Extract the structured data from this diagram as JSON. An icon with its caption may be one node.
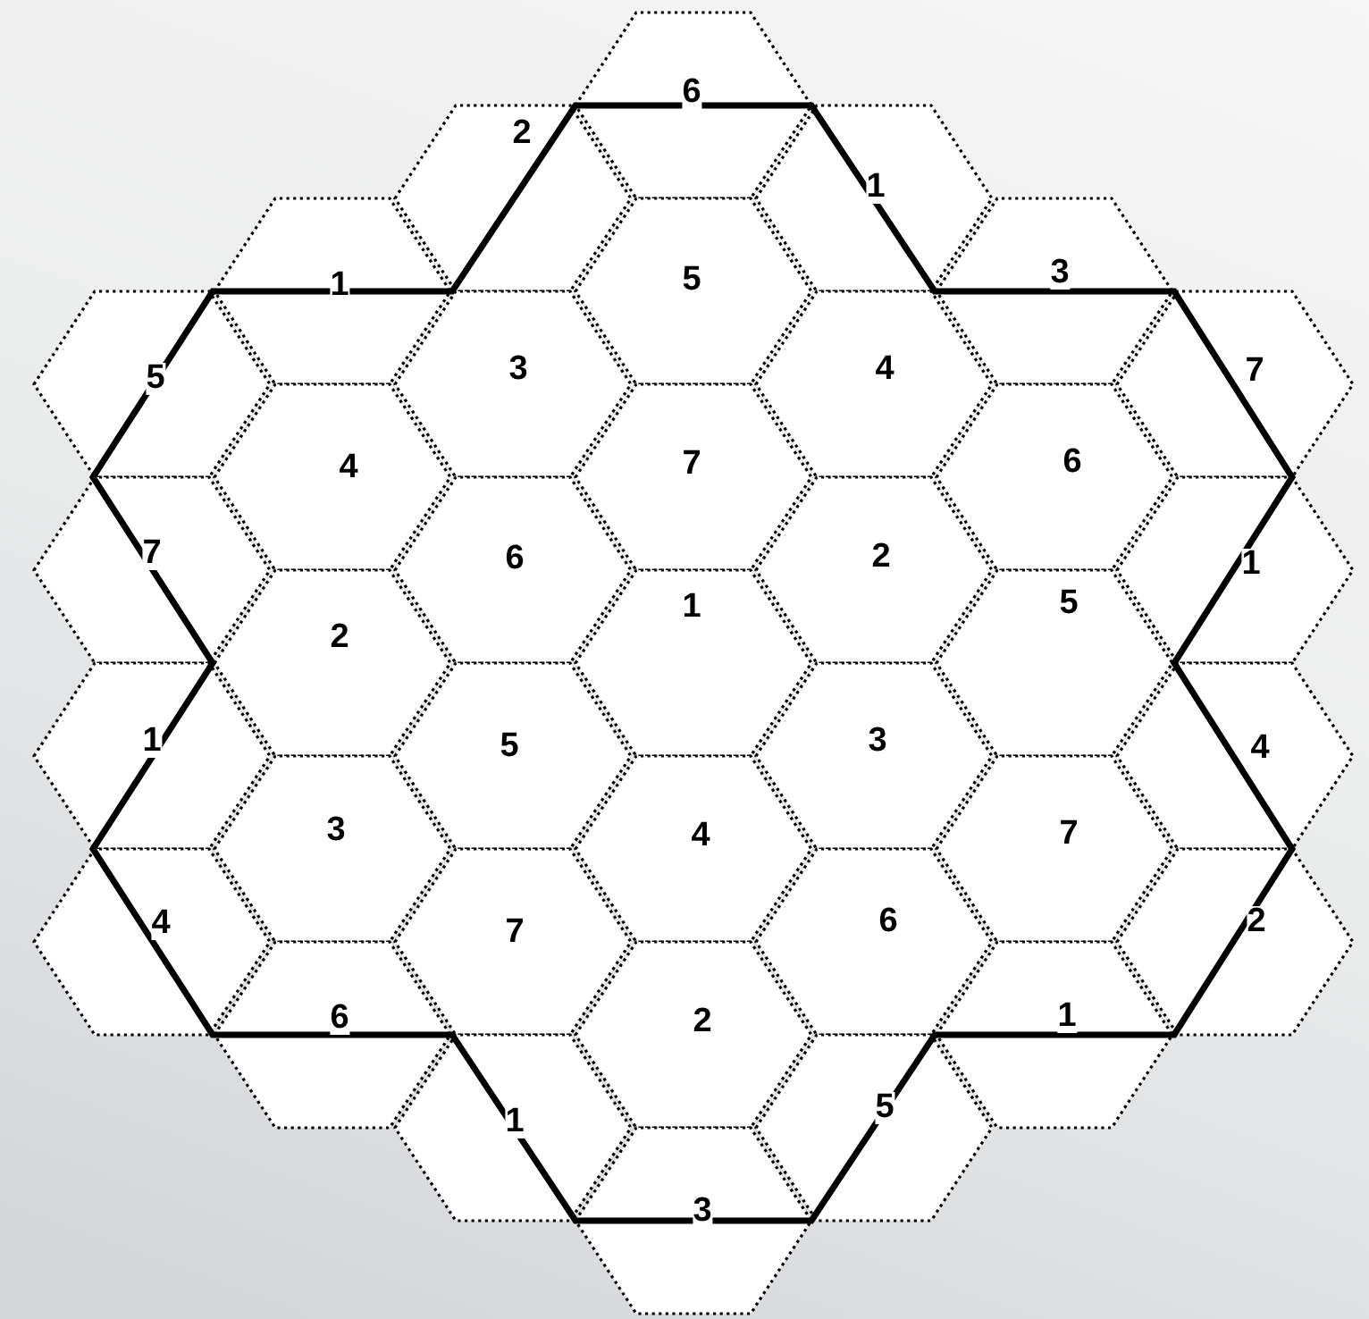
{
  "diagram": {
    "nodes": [
      {
        "text": [
          "6"
        ]
      },
      {
        "text": [
          "2"
        ]
      },
      {
        "text": [
          "1"
        ]
      },
      {
        "text": [
          "1"
        ]
      },
      {
        "text": [
          "5"
        ]
      },
      {
        "text": [
          "3"
        ]
      },
      {
        "text": [
          "5"
        ]
      },
      {
        "text": [
          "3"
        ]
      },
      {
        "text": [
          "4"
        ]
      },
      {
        "text": [
          "7"
        ]
      },
      {
        "text": [
          "4"
        ]
      },
      {
        "text": [
          "7"
        ]
      },
      {
        "text": [
          "6"
        ]
      },
      {
        "text": [
          "7"
        ]
      },
      {
        "text": [
          "6"
        ]
      },
      {
        "text": [
          "2"
        ]
      },
      {
        "text": [
          "1"
        ]
      },
      {
        "text": [
          "2"
        ]
      },
      {
        "text": [
          "1"
        ]
      },
      {
        "text": [
          "5"
        ]
      },
      {
        "text": [
          "1"
        ]
      },
      {
        "text": [
          "5"
        ]
      },
      {
        "text": [
          "3"
        ]
      },
      {
        "text": [
          "4"
        ]
      },
      {
        "text": [
          "3"
        ]
      },
      {
        "text": [
          "4"
        ]
      },
      {
        "text": [
          "7"
        ]
      },
      {
        "text": [
          "4"
        ]
      },
      {
        "text": [
          "7"
        ]
      },
      {
        "text": [
          "6"
        ]
      },
      {
        "text": [
          "2"
        ]
      },
      {
        "text": [
          "6"
        ]
      },
      {
        "text": [
          "2"
        ]
      },
      {
        "text": [
          "1"
        ]
      },
      {
        "text": [
          "1"
        ]
      },
      {
        "text": [
          "5"
        ]
      },
      {
        "text": [
          "3"
        ]
      }
    ]
  }
}
